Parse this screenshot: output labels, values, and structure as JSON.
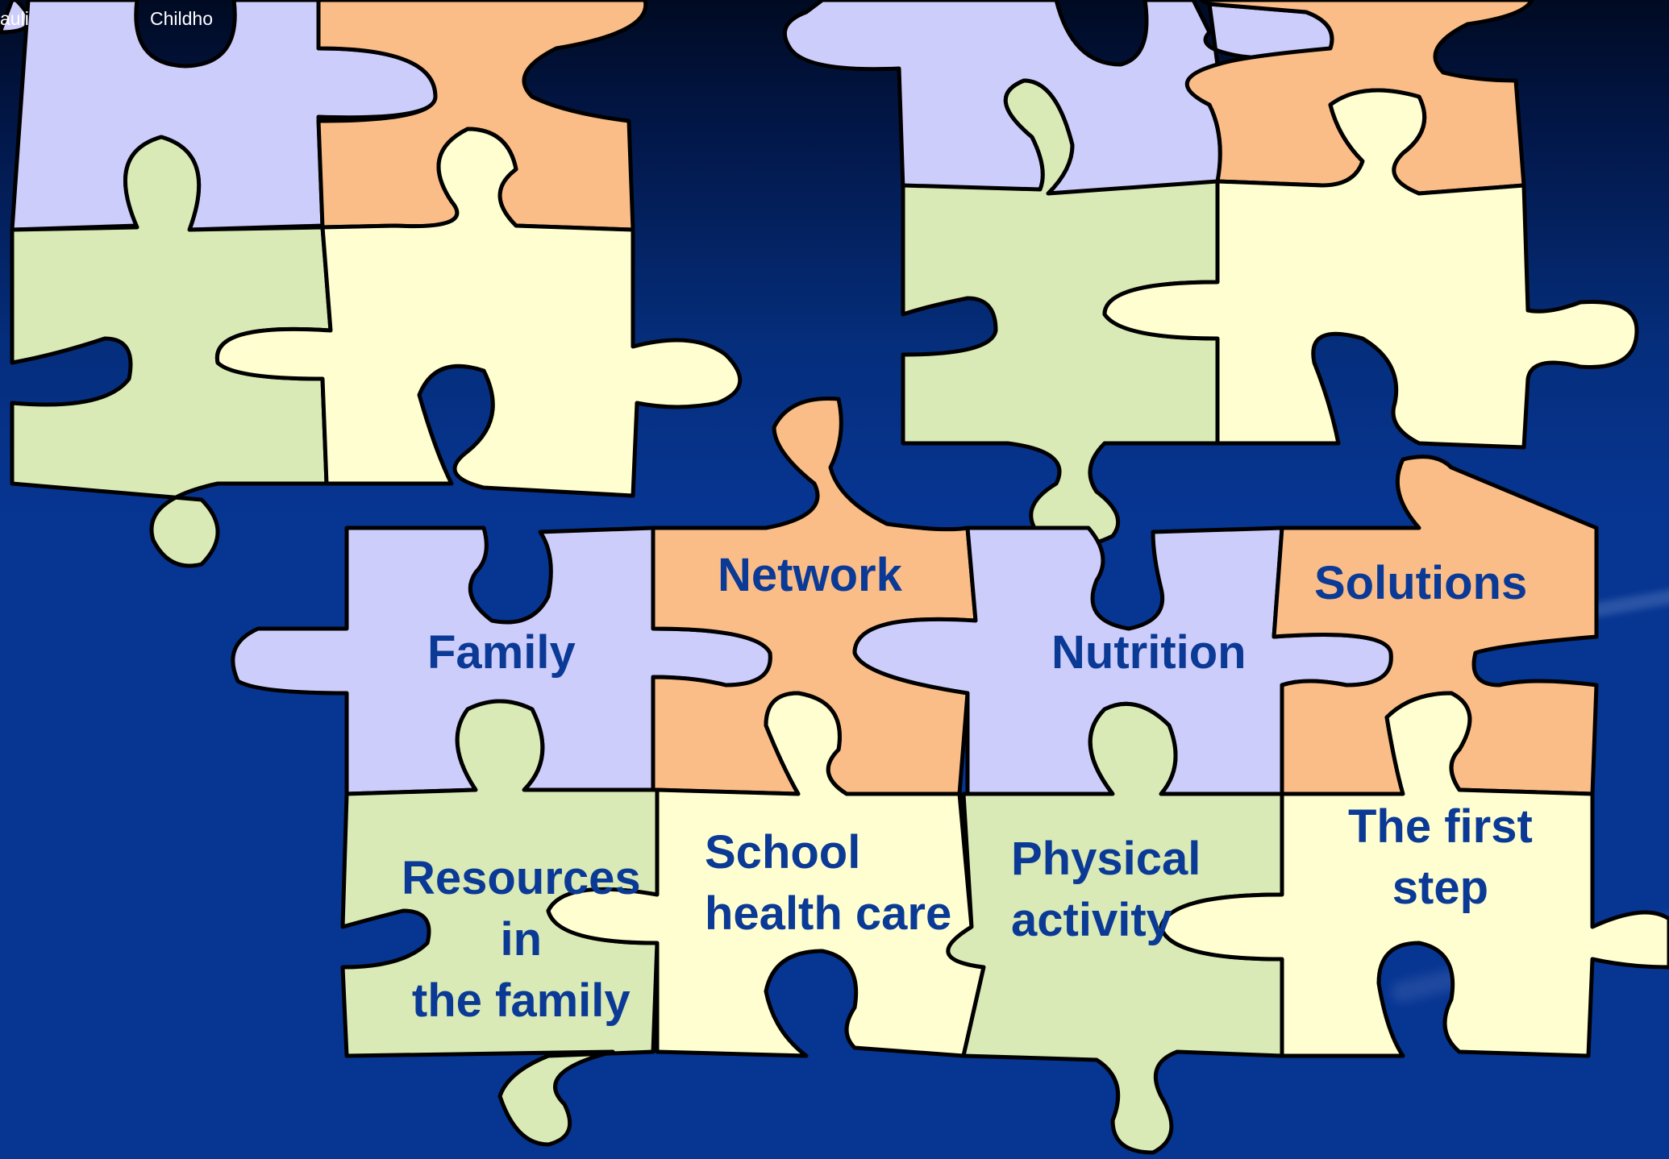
{
  "header": {
    "left_fragment": "auli",
    "right_fragment": "Childho"
  },
  "pieces": {
    "network": "Network",
    "solutions": "Solutions",
    "family": "Family",
    "nutrition": "Nutrition",
    "resources": "Resources\nin\nthe family",
    "school": "School\nhealth care",
    "physical": "Physical\nactivity",
    "first_step": "The first\nstep"
  },
  "colors": {
    "lavender": "#cdcdfb",
    "orange": "#fbbd88",
    "green": "#d9eab6",
    "cream": "#fefed0",
    "text": "#0a3a96",
    "background": "#063592"
  }
}
